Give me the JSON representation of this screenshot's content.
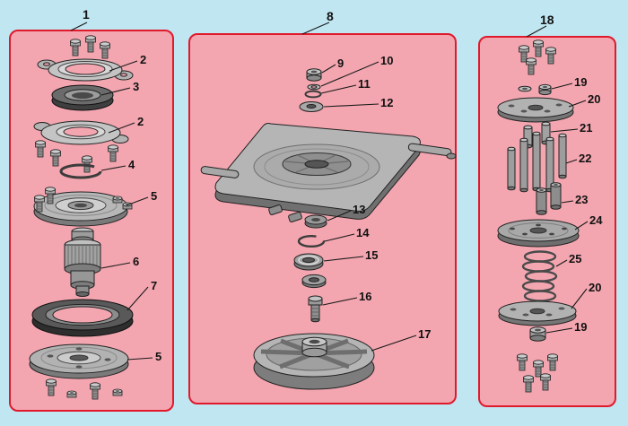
{
  "diagram": {
    "kind": "exploded-parts-diagram",
    "colors": {
      "background": "#bfe6f1",
      "panel_fill": "#f3a6b0",
      "panel_border": "#e0192b",
      "callout_text": "#111111",
      "part_light": "#c4c4c4",
      "part_mid": "#9a9a9a",
      "part_dark": "#4a4a4a"
    },
    "panels": [
      {
        "label": "1",
        "callouts": [
          "2",
          "3",
          "2",
          "4",
          "5",
          "6",
          "7",
          "5"
        ]
      },
      {
        "label": "8",
        "callouts": [
          "9",
          "10",
          "11",
          "12",
          "13",
          "14",
          "15",
          "16",
          "17"
        ]
      },
      {
        "label": "18",
        "callouts": [
          "19",
          "20",
          "21",
          "22",
          "23",
          "24",
          "25",
          "20",
          "19"
        ]
      }
    ]
  }
}
